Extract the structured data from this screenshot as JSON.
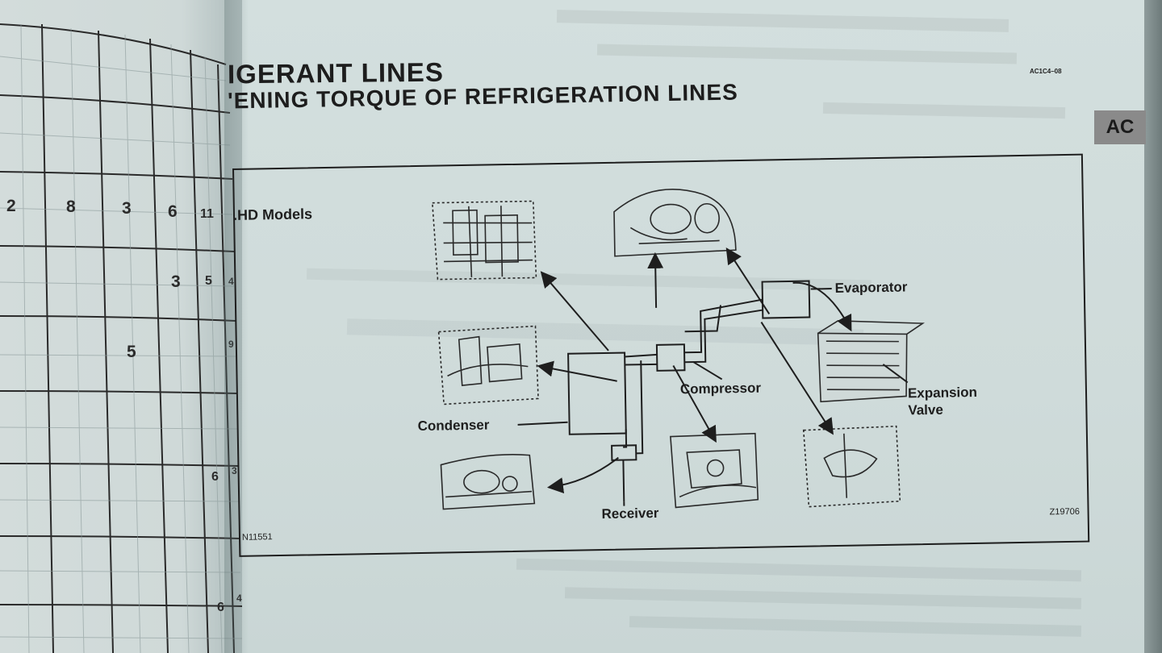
{
  "header": {
    "title_line1": "IGERANT LINES",
    "title_line2": "'ENING TORQUE OF REFRIGERATION LINES",
    "code": "AC1C4–08",
    "section_tab": "AC"
  },
  "left_grid": {
    "numbers": [
      "2",
      "8",
      "3",
      "6",
      "11",
      "3",
      "5",
      "4",
      "5",
      "9",
      "6",
      "3",
      "6",
      "4"
    ]
  },
  "diagram": {
    "model_label": ".HD Models",
    "labels": {
      "evaporator": "Evaporator",
      "compressor": "Compressor",
      "expansion_valve_line1": "Expansion",
      "expansion_valve_line2": "Valve",
      "condenser": "Condenser",
      "receiver": "Receiver"
    },
    "figure_ids": {
      "left": "N11551",
      "right": "Z19706"
    }
  }
}
